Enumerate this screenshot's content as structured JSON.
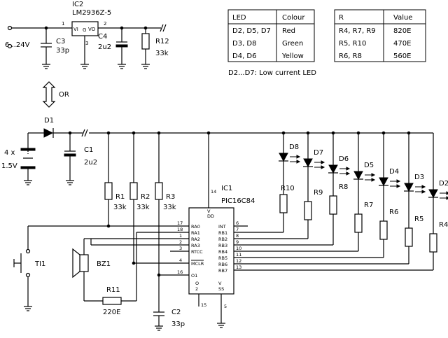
{
  "regulator": {
    "ref": "IC2",
    "part": "LM2936Z-5",
    "pin_vi": "VI",
    "pin_g": "G",
    "pin_vo": "VO",
    "pin1": "1",
    "pin2": "2",
    "pin3": "3",
    "input_range": "6...24V",
    "c3_ref": "C3",
    "c3_val": "33p",
    "c4_ref": "C4",
    "c4_val": "2u2",
    "r12_ref": "R12",
    "r12_val": "33k"
  },
  "or_label": "OR",
  "battery": {
    "count": "4 x",
    "voltage": "1.5V",
    "diode_ref": "D1",
    "c1_ref": "C1",
    "c1_val": "2u2"
  },
  "resistors_left": [
    {
      "ref": "R1",
      "val": "33k"
    },
    {
      "ref": "R2",
      "val": "33k"
    },
    {
      "ref": "R3",
      "val": "33k"
    }
  ],
  "mcu": {
    "ref": "IC1",
    "part": "PIC16C84",
    "vdd_pin": "14",
    "vdd_label": "VDD",
    "vss_pin": "5",
    "vss_label": "VSS",
    "o2_label": "O2",
    "o2_pin": "15",
    "left_pins": [
      {
        "num": "17",
        "name": "RA0"
      },
      {
        "num": "18",
        "name": "RA1"
      },
      {
        "num": "1",
        "name": "RA2"
      },
      {
        "num": "2",
        "name": "RA3"
      },
      {
        "num": "3",
        "name": "RTCC"
      },
      {
        "num": "4",
        "name": "MCLR"
      },
      {
        "num": "16",
        "name": "O1"
      }
    ],
    "right_pins": [
      {
        "num": "6",
        "name": "INT"
      },
      {
        "num": "7",
        "name": "RB1"
      },
      {
        "num": "8",
        "name": "RB2"
      },
      {
        "num": "9",
        "name": "RB3"
      },
      {
        "num": "10",
        "name": "RB4"
      },
      {
        "num": "11",
        "name": "RB5"
      },
      {
        "num": "12",
        "name": "RB6"
      },
      {
        "num": "13",
        "name": "RB7"
      }
    ]
  },
  "switch_label": "TI1",
  "buzzer_label": "BZ1",
  "r11": {
    "ref": "R11",
    "val": "220E"
  },
  "c2": {
    "ref": "C2",
    "val": "33p"
  },
  "leds": [
    "D8",
    "D7",
    "D6",
    "D5",
    "D4",
    "D3",
    "D2"
  ],
  "led_resistors": [
    "R10",
    "R9",
    "R8",
    "R7",
    "R6",
    "R5",
    "R4"
  ],
  "led_table": {
    "headers": [
      "LED",
      "Colour"
    ],
    "rows": [
      [
        "D2, D5, D7",
        "Red"
      ],
      [
        "D3, D8",
        "Green"
      ],
      [
        "D4, D6",
        "Yellow"
      ]
    ]
  },
  "res_table": {
    "headers": [
      "R",
      "Value"
    ],
    "rows": [
      [
        "R4, R7, R9",
        "820E"
      ],
      [
        "R5, R10",
        "470E"
      ],
      [
        "R6, R8",
        "560E"
      ]
    ]
  },
  "led_note": "D2...D7: Low current LED"
}
